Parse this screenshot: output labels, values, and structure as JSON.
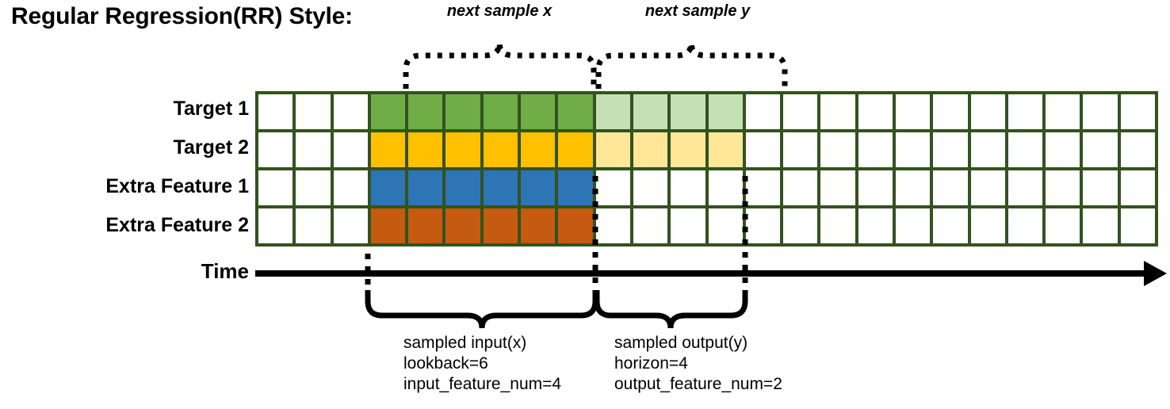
{
  "title": "Regular Regression(RR) Style:",
  "rows": [
    {
      "label": "Target 1",
      "name": "target-1"
    },
    {
      "label": "Target 2",
      "name": "target-2"
    },
    {
      "label": "Extra Feature 1",
      "name": "extra-feature-1"
    },
    {
      "label": "Extra Feature 2",
      "name": "extra-feature-2"
    }
  ],
  "axis": {
    "label": "Time"
  },
  "annotations": {
    "top_left": "next sample x",
    "top_right": "next sample y",
    "bottom_left": {
      "line1": "sampled input(x)",
      "line2": "lookback=6",
      "line3": "input_feature_num=4"
    },
    "bottom_right": {
      "line1": "sampled output(y)",
      "line2": "horizon=4",
      "line3": "output_feature_num=2"
    }
  },
  "colors": {
    "border": "#33521F",
    "green": "#70AD47",
    "light_green": "#C5E0B4",
    "yellow": "#FFC000",
    "light_yellow": "#FFE699",
    "blue": "#2E75B6",
    "orange": "#C55A11",
    "empty": "#FFFFFF",
    "ink": "#000000"
  },
  "grid": {
    "columns": 24,
    "rows": 4,
    "input_start_col": 3,
    "input_end_col": 8,
    "output_start_col": 9,
    "output_end_col": 12,
    "lookback": 6,
    "horizon": 4,
    "input_feature_num": 4,
    "output_feature_num": 2,
    "cells": [
      [
        "empty",
        "empty",
        "empty",
        "green",
        "green",
        "green",
        "green",
        "green",
        "green",
        "light_green",
        "light_green",
        "light_green",
        "light_green",
        "empty",
        "empty",
        "empty",
        "empty",
        "empty",
        "empty",
        "empty",
        "empty",
        "empty",
        "empty",
        "empty"
      ],
      [
        "empty",
        "empty",
        "empty",
        "yellow",
        "yellow",
        "yellow",
        "yellow",
        "yellow",
        "yellow",
        "light_yellow",
        "light_yellow",
        "light_yellow",
        "light_yellow",
        "empty",
        "empty",
        "empty",
        "empty",
        "empty",
        "empty",
        "empty",
        "empty",
        "empty",
        "empty",
        "empty"
      ],
      [
        "empty",
        "empty",
        "empty",
        "blue",
        "blue",
        "blue",
        "blue",
        "blue",
        "blue",
        "empty",
        "empty",
        "empty",
        "empty",
        "empty",
        "empty",
        "empty",
        "empty",
        "empty",
        "empty",
        "empty",
        "empty",
        "empty",
        "empty",
        "empty"
      ],
      [
        "empty",
        "empty",
        "empty",
        "orange",
        "orange",
        "orange",
        "orange",
        "orange",
        "orange",
        "empty",
        "empty",
        "empty",
        "empty",
        "empty",
        "empty",
        "empty",
        "empty",
        "empty",
        "empty",
        "empty",
        "empty",
        "empty",
        "empty",
        "empty"
      ]
    ]
  }
}
